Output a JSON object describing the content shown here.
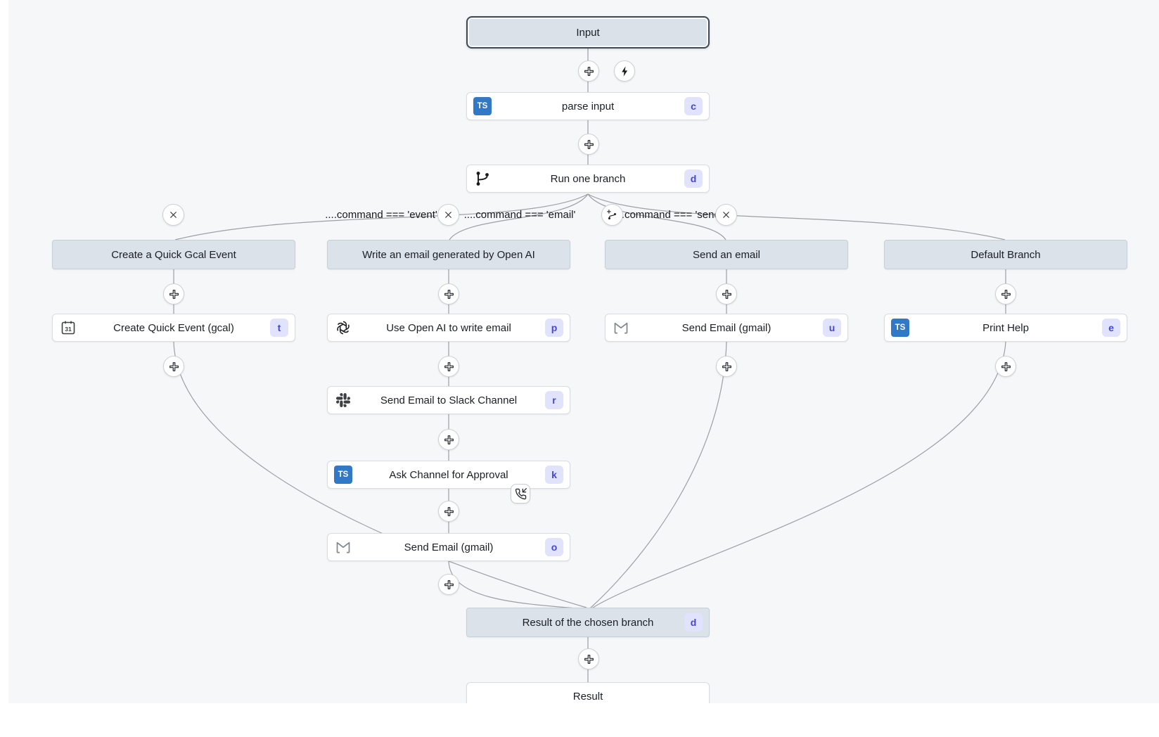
{
  "colors": {
    "canvas_bg": "#f6f7f8",
    "node_bg": "#ffffff",
    "virtual_node_bg": "#dce2e9",
    "selected_border": "#3e4956",
    "badge_bg": "#e1e3fc",
    "badge_text": "#4646d0",
    "typescript_blue": "#3178c6",
    "edge_gray": "#9aa0a6"
  },
  "icons": {
    "ts": "TS",
    "gcal_day": "31"
  },
  "flow": {
    "input": {
      "label": "Input"
    },
    "parse_input": {
      "label": "parse input",
      "key": "c"
    },
    "run_one_branch": {
      "label": "Run one branch",
      "key": "d"
    },
    "conditions": [
      {
        "label": "....command === 'event'"
      },
      {
        "label": "....command === 'email'"
      },
      {
        "label": "....command === 'send'"
      }
    ],
    "branches": [
      {
        "header": "Create a Quick Gcal Event"
      },
      {
        "header": "Write an email generated by Open AI"
      },
      {
        "header": "Send an email"
      },
      {
        "header": "Default Branch"
      }
    ],
    "steps": {
      "create_quick_event": {
        "label": "Create Quick Event (gcal)",
        "key": "t"
      },
      "use_openai": {
        "label": "Use Open AI to write email",
        "key": "p"
      },
      "send_to_slack": {
        "label": "Send Email to Slack Channel",
        "key": "r"
      },
      "ask_approval": {
        "label": "Ask Channel for Approval",
        "key": "k"
      },
      "send_gmail_mid": {
        "label": "Send Email (gmail)",
        "key": "o"
      },
      "send_gmail_right": {
        "label": "Send Email (gmail)",
        "key": "u"
      },
      "print_help": {
        "label": "Print Help",
        "key": "e"
      }
    },
    "result_branch": {
      "label": "Result of the chosen branch",
      "key": "d"
    },
    "result": {
      "label": "Result"
    }
  }
}
